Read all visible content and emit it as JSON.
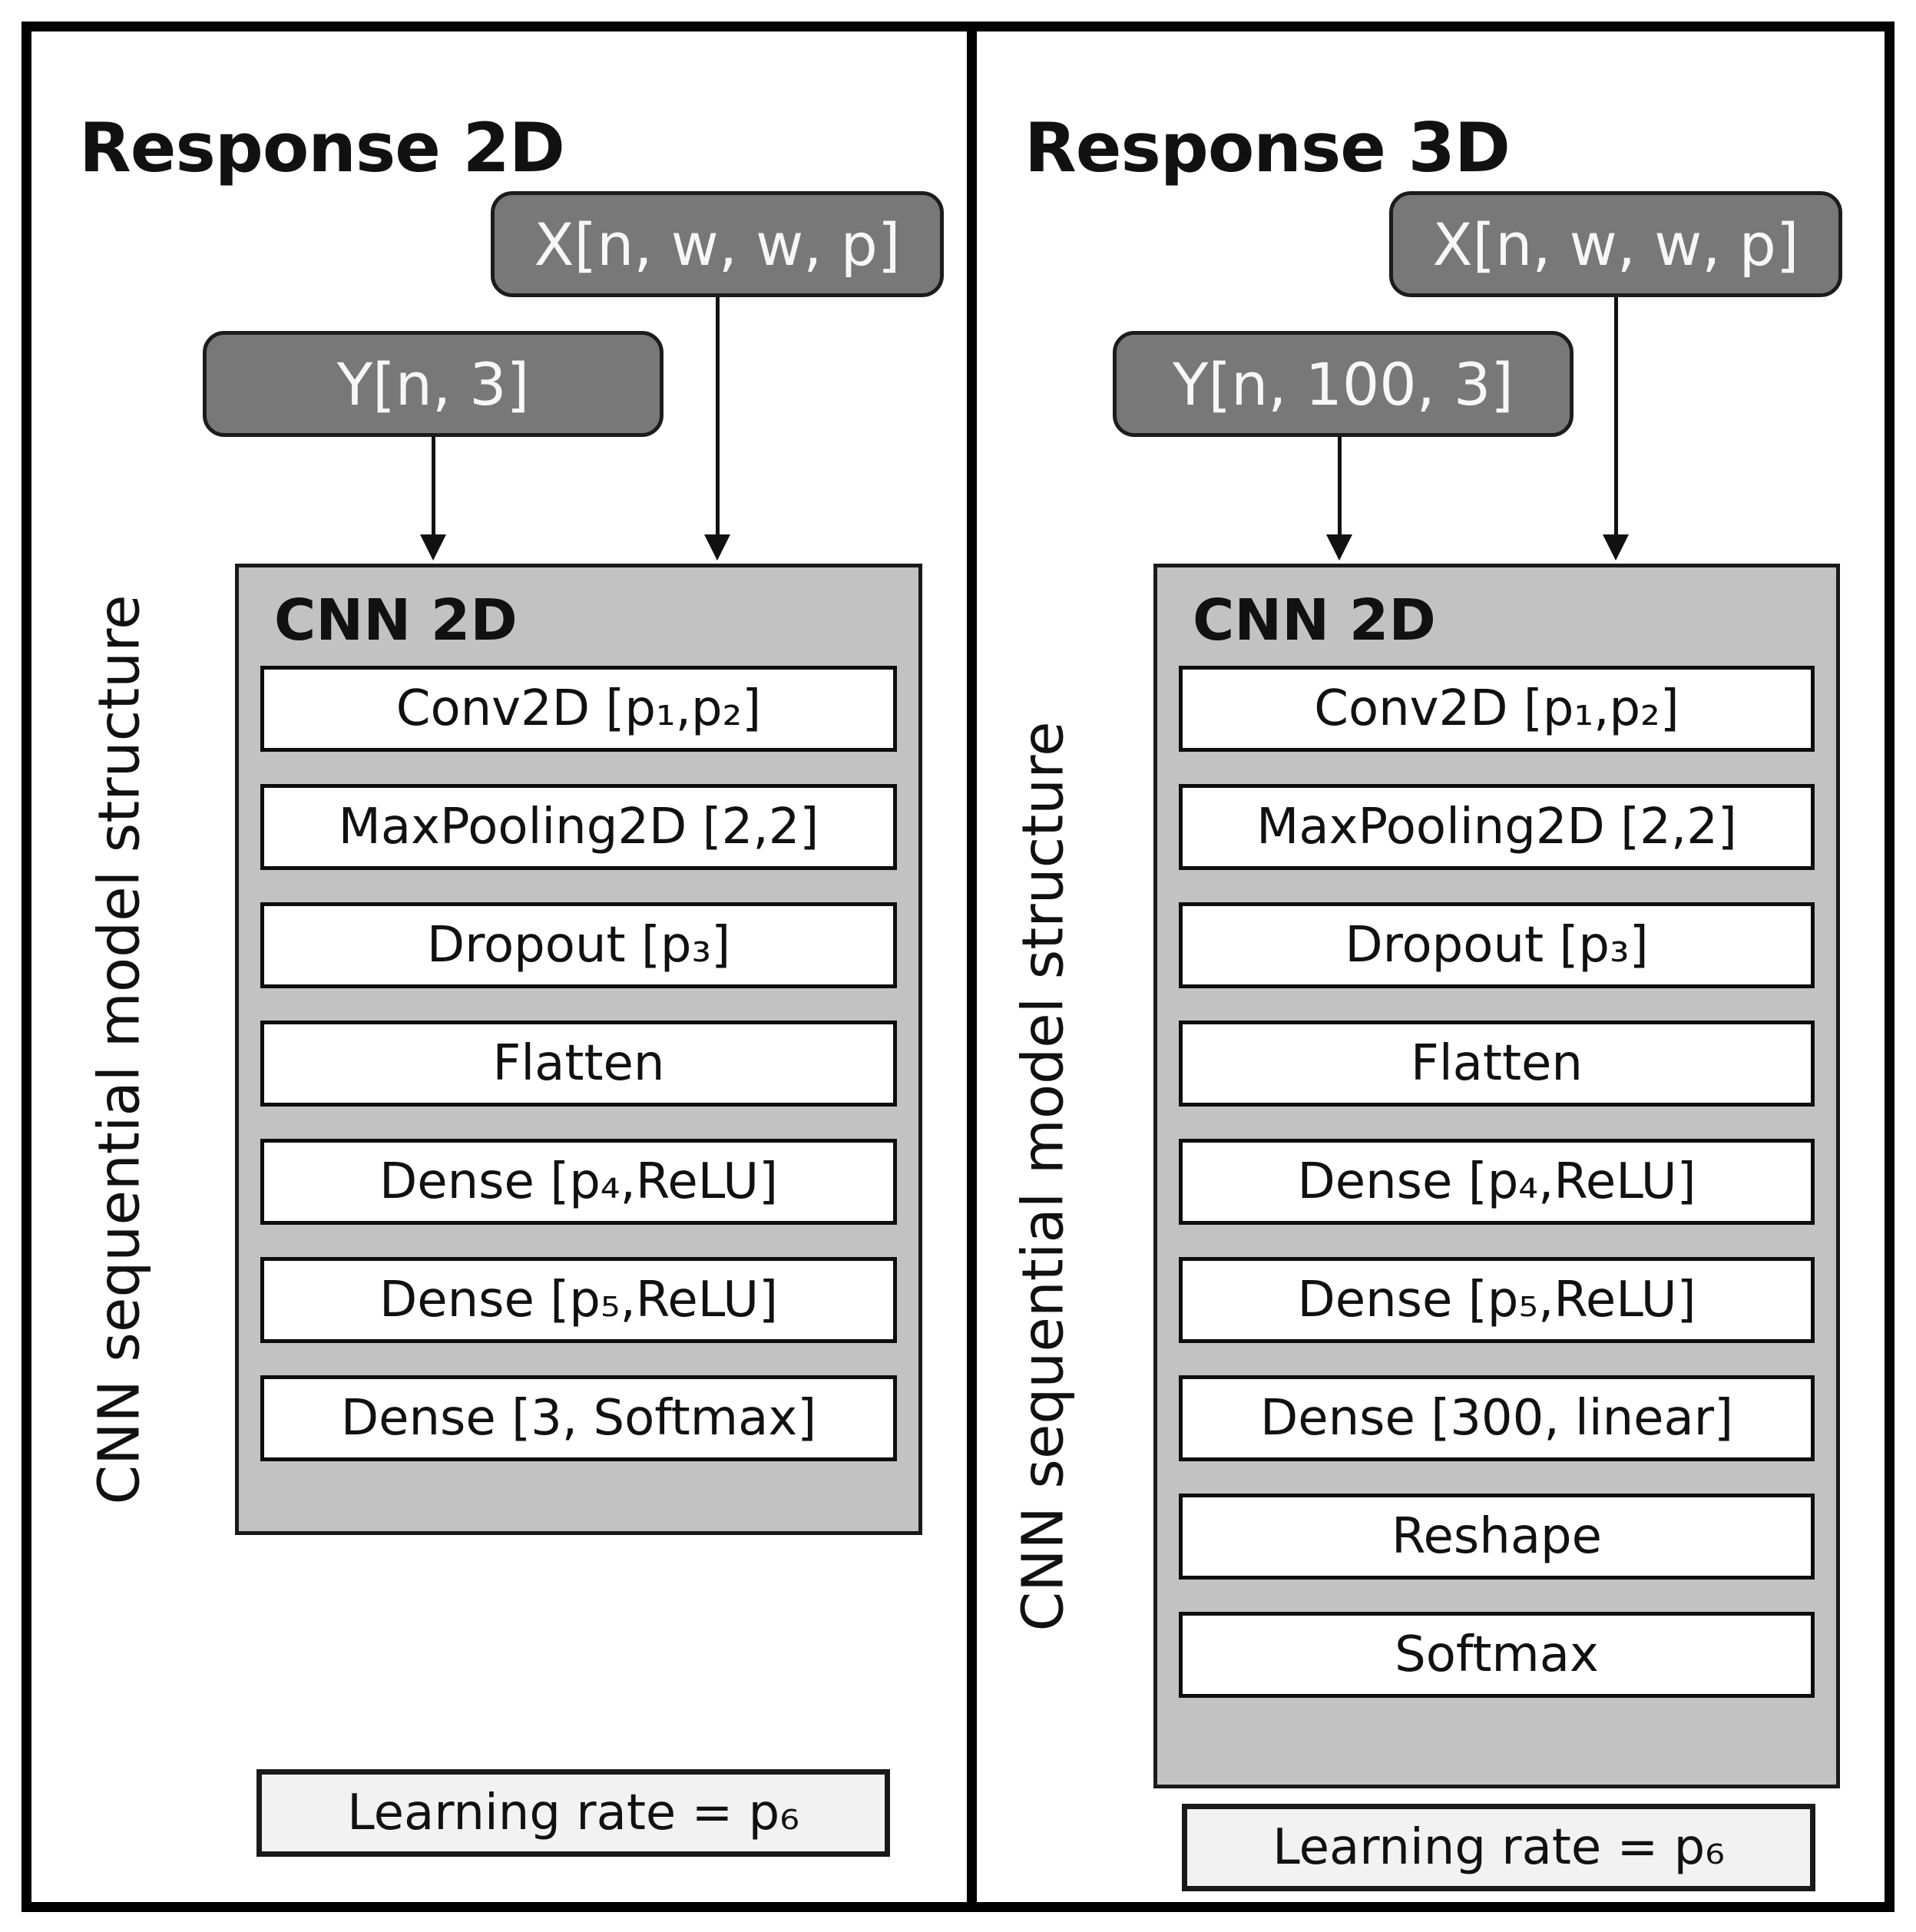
{
  "figure": {
    "colors": {
      "frame": "#000000",
      "input_box_fill": "#787878",
      "input_box_text": "#f7f7f7",
      "cnn_box_fill": "#c2c2c2",
      "layer_box_fill": "#ffffff",
      "learning_rate_fill": "#f2f2f2",
      "text": "#111111"
    },
    "panels": [
      {
        "title": "Response 2D",
        "x_box": "X[n, w, w, p]",
        "y_box": "Y[n, 3]",
        "side_label": "CNN sequential model structure",
        "cnn_title": "CNN 2D",
        "layers": [
          "Conv2D [p₁,p₂]",
          "MaxPooling2D [2,2]",
          "Dropout [p₃]",
          "Flatten",
          "Dense [p₄,ReLU]",
          "Dense [p₅,ReLU]",
          "Dense [3, Softmax]"
        ],
        "learning_rate": "Learning rate = p₆"
      },
      {
        "title": "Response 3D",
        "x_box": "X[n, w, w, p]",
        "y_box": "Y[n, 100, 3]",
        "side_label": "CNN sequential model structure",
        "cnn_title": "CNN 2D",
        "layers": [
          "Conv2D [p₁,p₂]",
          "MaxPooling2D [2,2]",
          "Dropout [p₃]",
          "Flatten",
          "Dense [p₄,ReLU]",
          "Dense [p₅,ReLU]",
          "Dense [300, linear]",
          "Reshape",
          "Softmax"
        ],
        "learning_rate": "Learning rate = p₆"
      }
    ]
  }
}
